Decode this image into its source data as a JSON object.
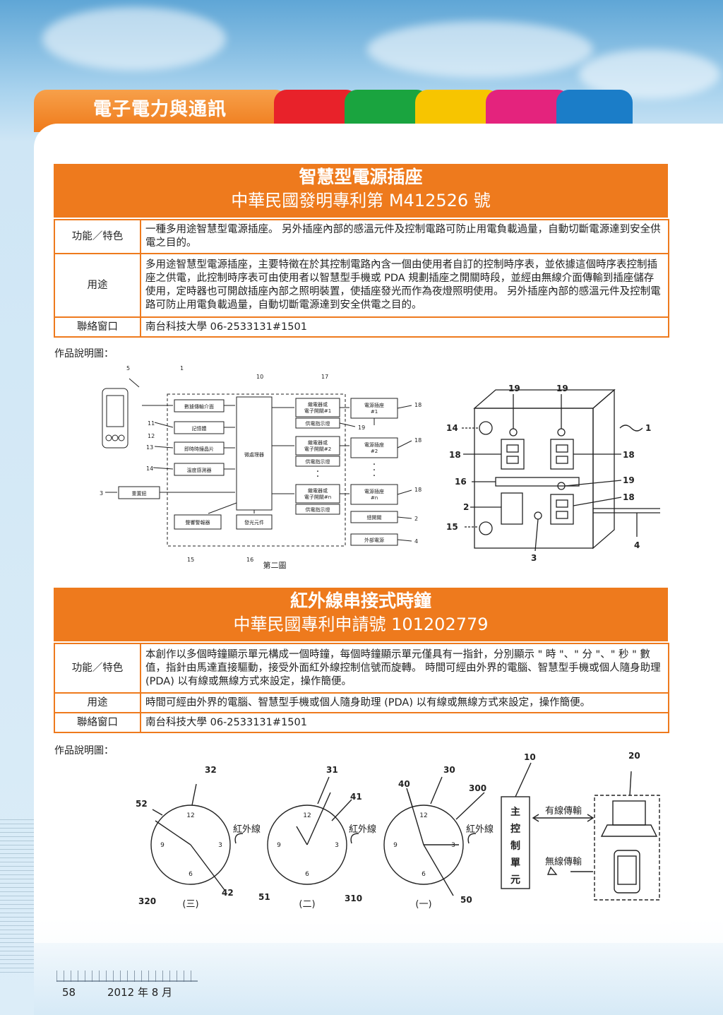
{
  "header": {
    "section_title": "電子電力與通訊"
  },
  "patents": [
    {
      "title": "智慧型電源插座",
      "subtitle": "中華民國發明專利第 M412526 號",
      "rows": [
        {
          "label": "功能／特色",
          "text": "一種多用途智慧型電源插座。 另外插座內部的感溫元件及控制電路可防止用電負載過量，自動切斷電源達到安全供電之目的。"
        },
        {
          "label": "用途",
          "text": "多用途智慧型電源插座，主要特徵在於其控制電路內含一個由使用者自訂的控制時序表，並依據這個時序表控制插座之供電，此控制時序表可由使用者以智慧型手機或 PDA 規劃插座之開關時段，並經由無線介面傳輸到插座儲存使用，定時器也可開啟插座內部之照明裝置，使插座發光而作為夜燈照明使用。 另外插座內部的感溫元件及控制電路可防止用電負載過量，自動切斷電源達到安全供電之目的。"
        },
        {
          "label": "聯絡窗口",
          "text": "南台科技大學  06-2533131#1501"
        }
      ],
      "figure_caption": "作品說明圖：",
      "block_diagram": {
        "ref": {
          "r1": "1",
          "r3": "3",
          "r5": "5",
          "r10": "10",
          "r11": "11",
          "r12": "12",
          "r13": "13",
          "r14": "14",
          "r15": "15",
          "r16": "16",
          "r17": "17",
          "r18": "18",
          "r19": "19",
          "r2": "2",
          "r4": "4"
        },
        "boxes": {
          "data_iface": "數據傳輸介面",
          "memory": "記憶體",
          "rtc": "即時時鐘晶片",
          "temp": "溫度感測器",
          "mcu": "微處理器",
          "relay1": "繼電器或\n電子開關#1",
          "relay2": "繼電器或\n電子開關#2",
          "relayn": "繼電器或\n電子開關#n",
          "ind": "供電指示燈",
          "socket1": "電源插座\n#1",
          "socket2": "電源插座\n#2",
          "socketn": "電源插座\n#n",
          "master": "總開關",
          "ext_power": "外部電源",
          "reset": "重置鈕",
          "buzzer": "聲響警報器",
          "led": "發光元件"
        },
        "caption": "第二圖"
      },
      "socket_drawing": {
        "ref": {
          "r19a": "19",
          "r19b": "19",
          "r14": "14",
          "r18a": "18",
          "r18b": "18",
          "r16": "16",
          "r19c": "19",
          "r18c": "18",
          "r2": "2",
          "r15": "15",
          "r3": "3",
          "r4": "4",
          "r1": "1"
        }
      }
    },
    {
      "title": "紅外線串接式時鐘",
      "subtitle": "中華民國專利申請號 101202779",
      "rows": [
        {
          "label": "功能／特色",
          "text": "本創作以多個時鐘顯示單元構成一個時鐘，每個時鐘顯示單元僅具有一指針，分別顯示 \" 時 \"、\" 分 \"、\" 秒 \" 數值，指針由馬達直接驅動，接受外面紅外線控制信號而旋轉。 時間可經由外界的電腦、智慧型手機或個人隨身助理 (PDA) 以有線或無線方式來設定，操作簡便。"
        },
        {
          "label": "用途",
          "text": "時間可經由外界的電腦、智慧型手機或個人隨身助理 (PDA) 以有線或無線方式來設定，操作簡便。"
        },
        {
          "label": "聯絡窗口",
          "text": "南台科技大學  06-2533131#1501"
        }
      ],
      "figure_caption": "作品說明圖：",
      "clock_diagram": {
        "clocks": [
          {
            "label": "(三)",
            "ref_top": "32",
            "ref_left": "52",
            "ref_bl": "320",
            "ref_br": "42"
          },
          {
            "label": "(二)",
            "ref_top": "31",
            "ref_right": "41",
            "ref_bl": "51",
            "ref_br": "310"
          },
          {
            "label": "(一)",
            "ref_top": "30",
            "ref_left": "40",
            "ref_right": "300",
            "ref_br": "50"
          }
        ],
        "dial": {
          "n12": "12",
          "n3": "3",
          "n6": "6",
          "n9": "9"
        },
        "ir": "紅外線",
        "controller": "主\n控\n制\n單\n元",
        "ref_10": "10",
        "ref_20": "20",
        "wired": "有線傳輸",
        "wireless": "無線傳輸"
      }
    }
  ],
  "footer": {
    "page_number": "58",
    "date": "2012 年 8 月"
  },
  "colors": {
    "accent": "#ee7a1d"
  }
}
